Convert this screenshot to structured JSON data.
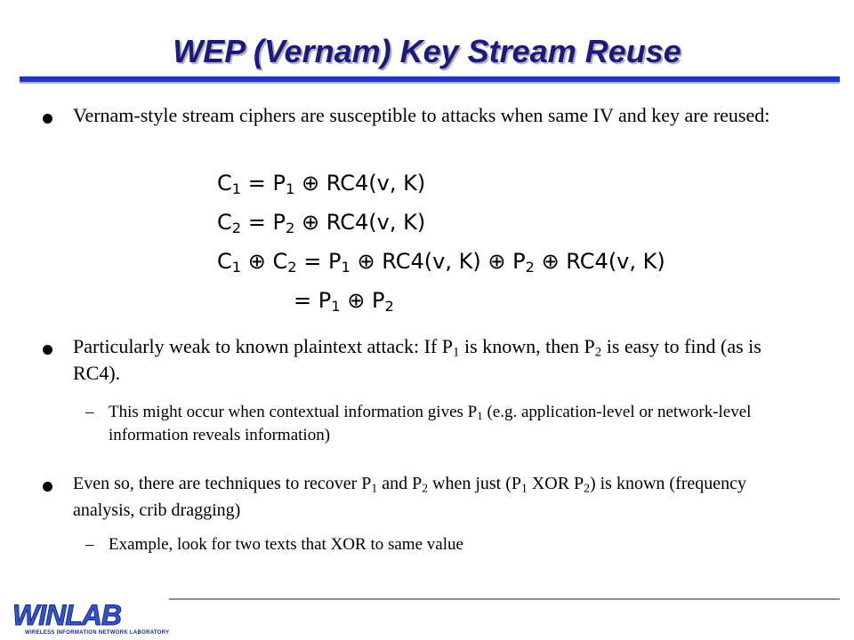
{
  "slide": {
    "title": "WEP (Vernam) Key Stream Reuse"
  },
  "bullets": [
    {
      "text_html": "Vernam-style stream ciphers are susceptible to attacks when same IV and key are reused:"
    },
    {
      "text_html": "Particularly weak to known plaintext attack: If P<sub>1</sub> is known, then P<sub>2</sub> is easy to find (as is RC4)."
    },
    {
      "text_html": "Even so, there are techniques to recover P<sub>1</sub> and P<sub>2</sub> when just (P<sub>1</sub> XOR P<sub>2</sub>) is known (frequency analysis, crib dragging)"
    }
  ],
  "subbullets": [
    {
      "dash": "–",
      "text_html": "This might occur when contextual information gives P<sub>1</sub> (e.g. application-level or network-level information reveals information)"
    },
    {
      "dash": "–",
      "text_html": "Example, look for two texts that XOR to same value"
    }
  ],
  "equations": [
    "C<sub>1</sub> = P<sub>1</sub> ⊕ RC4(v, K)",
    "C<sub>2</sub> = P<sub>2</sub> ⊕ RC4(v, K)",
    "C<sub>1</sub> ⊕ C<sub>2</sub> = P<sub>1</sub> ⊕ RC4(v, K) ⊕ P<sub>2</sub> ⊕ RC4(v, K)",
    "= P<sub>1</sub> ⊕ P<sub>2</sub>"
  ],
  "logo": {
    "name": "WINLAB",
    "tagline": "WIRELESS INFORMATION NETWORK LABORATORY"
  },
  "colors": {
    "title": "#1a1a80",
    "rule": "#2233cc",
    "logo": "#3355cc"
  }
}
